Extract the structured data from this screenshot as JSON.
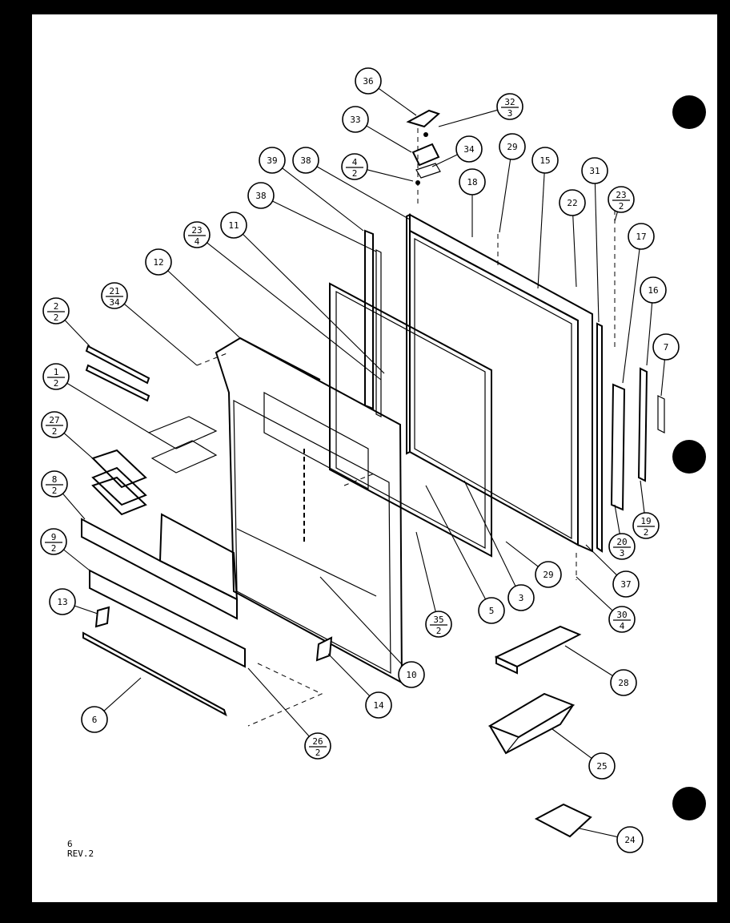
{
  "page": {
    "number": "6",
    "revision": "REV.2"
  },
  "callouts": [
    {
      "id": "c36",
      "label": "36"
    },
    {
      "id": "c32_3",
      "num": "32",
      "den": "3"
    },
    {
      "id": "c33",
      "label": "33"
    },
    {
      "id": "c34",
      "label": "34"
    },
    {
      "id": "c4_2",
      "num": "4",
      "den": "2"
    },
    {
      "id": "c29a",
      "label": "29"
    },
    {
      "id": "c15",
      "label": "15"
    },
    {
      "id": "c39",
      "label": "39"
    },
    {
      "id": "c38a",
      "label": "38"
    },
    {
      "id": "c18",
      "label": "18"
    },
    {
      "id": "c31",
      "label": "31"
    },
    {
      "id": "c22",
      "label": "22"
    },
    {
      "id": "c23_2",
      "num": "23",
      "den": "2"
    },
    {
      "id": "c38b",
      "label": "38"
    },
    {
      "id": "c11",
      "label": "11"
    },
    {
      "id": "c23_4",
      "num": "23",
      "den": "4"
    },
    {
      "id": "c17",
      "label": "17"
    },
    {
      "id": "c16",
      "label": "16"
    },
    {
      "id": "c12",
      "label": "12"
    },
    {
      "id": "c7",
      "label": "7"
    },
    {
      "id": "c21_34",
      "num": "21",
      "den": "34"
    },
    {
      "id": "c2_2",
      "num": "2",
      "den": "2"
    },
    {
      "id": "c1_2",
      "num": "1",
      "den": "2"
    },
    {
      "id": "c27_2",
      "num": "27",
      "den": "2"
    },
    {
      "id": "c8_2",
      "num": "8",
      "den": "2"
    },
    {
      "id": "c19_2",
      "num": "19",
      "den": "2"
    },
    {
      "id": "c20_3",
      "num": "20",
      "den": "3"
    },
    {
      "id": "c9_2",
      "num": "9",
      "den": "2"
    },
    {
      "id": "c29b",
      "label": "29"
    },
    {
      "id": "c37",
      "label": "37"
    },
    {
      "id": "c3",
      "label": "3"
    },
    {
      "id": "c5",
      "label": "5"
    },
    {
      "id": "c35_2",
      "num": "35",
      "den": "2"
    },
    {
      "id": "c30_4",
      "num": "30",
      "den": "4"
    },
    {
      "id": "c13",
      "label": "13"
    },
    {
      "id": "c10",
      "label": "10"
    },
    {
      "id": "c28",
      "label": "28"
    },
    {
      "id": "c14",
      "label": "14"
    },
    {
      "id": "c6",
      "label": "6"
    },
    {
      "id": "c26_2",
      "num": "26",
      "den": "2"
    },
    {
      "id": "c25",
      "label": "25"
    },
    {
      "id": "c24",
      "label": "24"
    }
  ]
}
